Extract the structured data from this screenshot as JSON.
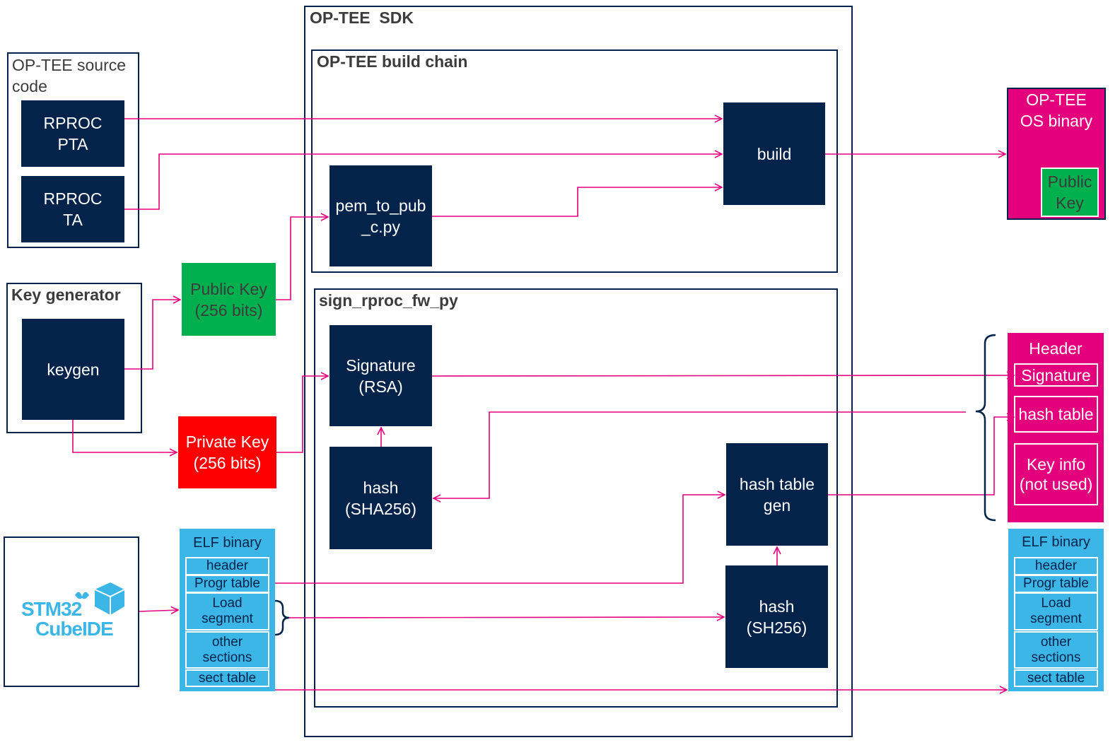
{
  "sdk": {
    "title": "OP-TEE  SDK"
  },
  "build_chain": {
    "title": "OP-TEE build chain",
    "pem_to_pub": "pem_to_pub\n_c.py",
    "build": "build"
  },
  "sign_tool": {
    "title": "sign_rproc_fw_py",
    "signature": "Signature\n(RSA)",
    "hash_rsa": "hash\n(SHA256)",
    "hash_table_gen": "hash table\ngen",
    "hash_sh": "hash\n(SH256)"
  },
  "source_code": {
    "title": "OP-TEE source\ncode",
    "pta": "RPROC\nPTA",
    "ta": "RPROC\nTA"
  },
  "key_generator": {
    "title": "Key generator",
    "keygen": "keygen"
  },
  "public_key": "Public Key\n(256 bits)",
  "private_key": "Private Key\n(256 bits)",
  "os_binary": {
    "title": "OP-TEE\nOS binary",
    "public_key": "Public\nKey"
  },
  "header_block": {
    "title": "Header",
    "signature": "Signature",
    "hash_table": "hash table",
    "key_info": "Key info\n(not used)"
  },
  "elf_in": {
    "title": "ELF binary",
    "cells": [
      "header",
      "Progr table",
      "Load\nsegment",
      "other\nsections",
      "sect table"
    ]
  },
  "elf_out": {
    "title": "ELF binary",
    "cells": [
      "header",
      "Progr table",
      "Load\nsegment",
      "other\nsections",
      "sect table"
    ]
  },
  "ide_logo": {
    "line1": "STM32",
    "line2": "CubeIDE"
  },
  "colors": {
    "navy": "#03234b",
    "arrow": "#e4007d",
    "magenta": "#e4007d",
    "green": "#00b04f",
    "red": "#fe0000",
    "cyan": "#3bb6e6",
    "logo_blue": "#3bb6e6"
  }
}
